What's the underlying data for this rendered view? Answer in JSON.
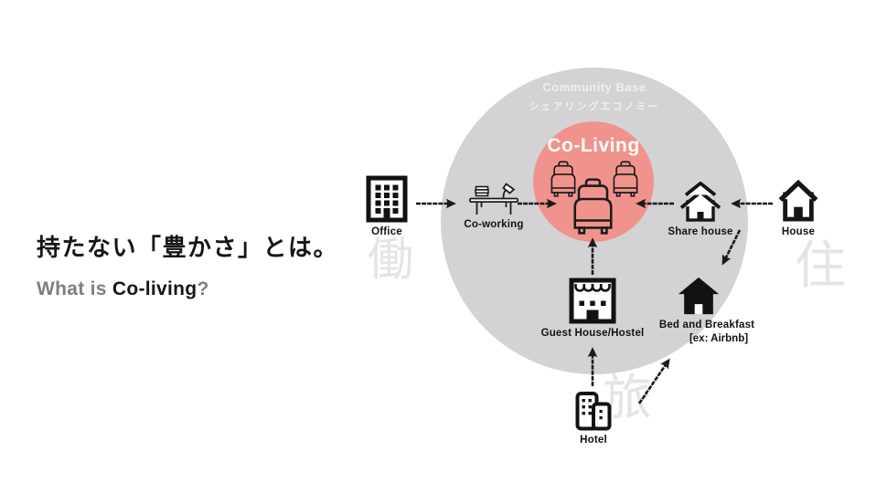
{
  "headline": {
    "jp": "持たない「豊かさ」とは。",
    "en": {
      "prefix": "What is ",
      "emphasis": "Co-living",
      "suffix": "?"
    }
  },
  "diagram": {
    "community_circle": {
      "title": "Community Base",
      "subtitle": "シェアリングエコノミー"
    },
    "coliving_circle": {
      "title": "Co-Living"
    },
    "watermarks": {
      "work": "働",
      "live": "住",
      "travel": "旅"
    },
    "nodes": {
      "office": {
        "label": "Office"
      },
      "coworking": {
        "label": "Co-working"
      },
      "share_house": {
        "label": "Share house"
      },
      "house": {
        "label": "House"
      },
      "guest_house": {
        "label": "Guest House/Hostel"
      },
      "bnb": {
        "label": "Bed and Breakfast",
        "sublabel": "[ex: Airbnb]"
      },
      "hotel": {
        "label": "Hotel"
      }
    }
  },
  "colors": {
    "community-gray": "#d3d3d5",
    "coliving-pink": "#f1938d",
    "watermark-gray": "#e4e4e4",
    "ink": "#1a1a1a",
    "muted-text": "#7f7f7f",
    "circle-text": "#efefef"
  }
}
